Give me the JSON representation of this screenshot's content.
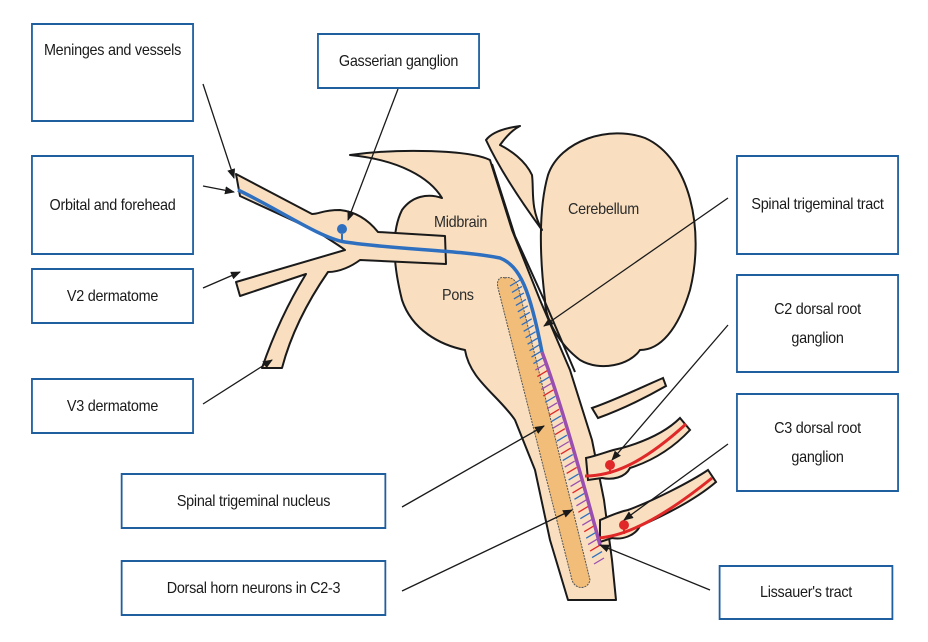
{
  "title": "Trigeminocervical convergence diagram",
  "colors": {
    "box_border": "#1f5fa0",
    "tissue_fill": "#f9dfc0",
    "nucleus_fill": "#f2bd78",
    "trigeminal_tract": "#2f6fc0",
    "lissauer_tract": "#9a4fb0",
    "cervical_afferent": "#e02828",
    "outline": "#1a1a1a"
  },
  "labels": {
    "meninges": "Meninges and vessels",
    "gasserian": "Gasserian ganglion",
    "orbital": "Orbital and forehead",
    "v2": "V2 dermatome",
    "v3": "V3 dermatome",
    "spinal_nucleus": "Spinal trigeminal nucleus",
    "dorsal_horn": "Dorsal horn neurons in C2-3",
    "spinal_tract": "Spinal trigeminal tract",
    "c2_line1": "C2 dorsal root",
    "c2_line2": "ganglion",
    "c3_line1": "C3 dorsal root",
    "c3_line2": "ganglion",
    "lissauer": "Lissauer's tract"
  },
  "regions": {
    "midbrain": "Midbrain",
    "pons": "Pons",
    "cerebellum": "Cerebellum"
  }
}
